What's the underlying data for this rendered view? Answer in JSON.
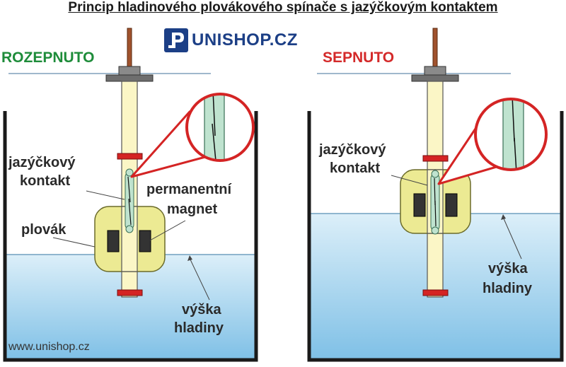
{
  "title": "Princip hladinového plovákového spínače s jazýčkovým kontaktem",
  "brand": {
    "name": "UNISHOP.CZ",
    "url": "www.unishop.cz"
  },
  "panels": {
    "left": {
      "state": "ROZEPNUTO",
      "labels": {
        "reed_contact_line1": "jazýčkový",
        "reed_contact_line2": "kontakt",
        "magnet_line1": "permanentní",
        "magnet_line2": "magnet",
        "float": "plovák",
        "level_line1": "výška",
        "level_line2": "hladiny"
      }
    },
    "right": {
      "state": "SEPNUTO",
      "labels": {
        "reed_contact_line1": "jazýčkový",
        "reed_contact_line2": "kontakt",
        "level_line1": "výška",
        "level_line2": "hladiny"
      }
    }
  },
  "colors": {
    "open_state": "#1e8c3a",
    "closed_state": "#d42a2a",
    "water": "#b9dcf0",
    "float": "#ecea93",
    "stem": "#fbf6c6",
    "stop_ring": "#d42424",
    "magnet": "#333333",
    "brand": "#1c3f86"
  }
}
